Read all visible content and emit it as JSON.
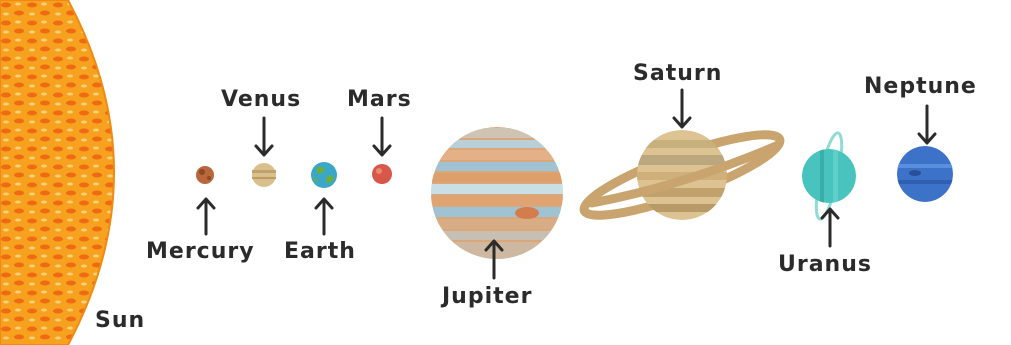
{
  "title": "",
  "bodies": [
    {
      "id": "sun",
      "label": "Sun",
      "color": "#f39a1c"
    },
    {
      "id": "mercury",
      "label": "Mercury",
      "color": "#b8683a"
    },
    {
      "id": "venus",
      "label": "Venus",
      "color": "#d8c08e"
    },
    {
      "id": "earth",
      "label": "Earth",
      "color": "#3aa7c9"
    },
    {
      "id": "mars",
      "label": "Mars",
      "color": "#d8564a"
    },
    {
      "id": "jupiter",
      "label": "Jupiter",
      "color": "#d9a77a"
    },
    {
      "id": "saturn",
      "label": "Saturn",
      "color": "#dcc391"
    },
    {
      "id": "uranus",
      "label": "Uranus",
      "color": "#49c3bd"
    },
    {
      "id": "neptune",
      "label": "Neptune",
      "color": "#3d72c9"
    }
  ]
}
